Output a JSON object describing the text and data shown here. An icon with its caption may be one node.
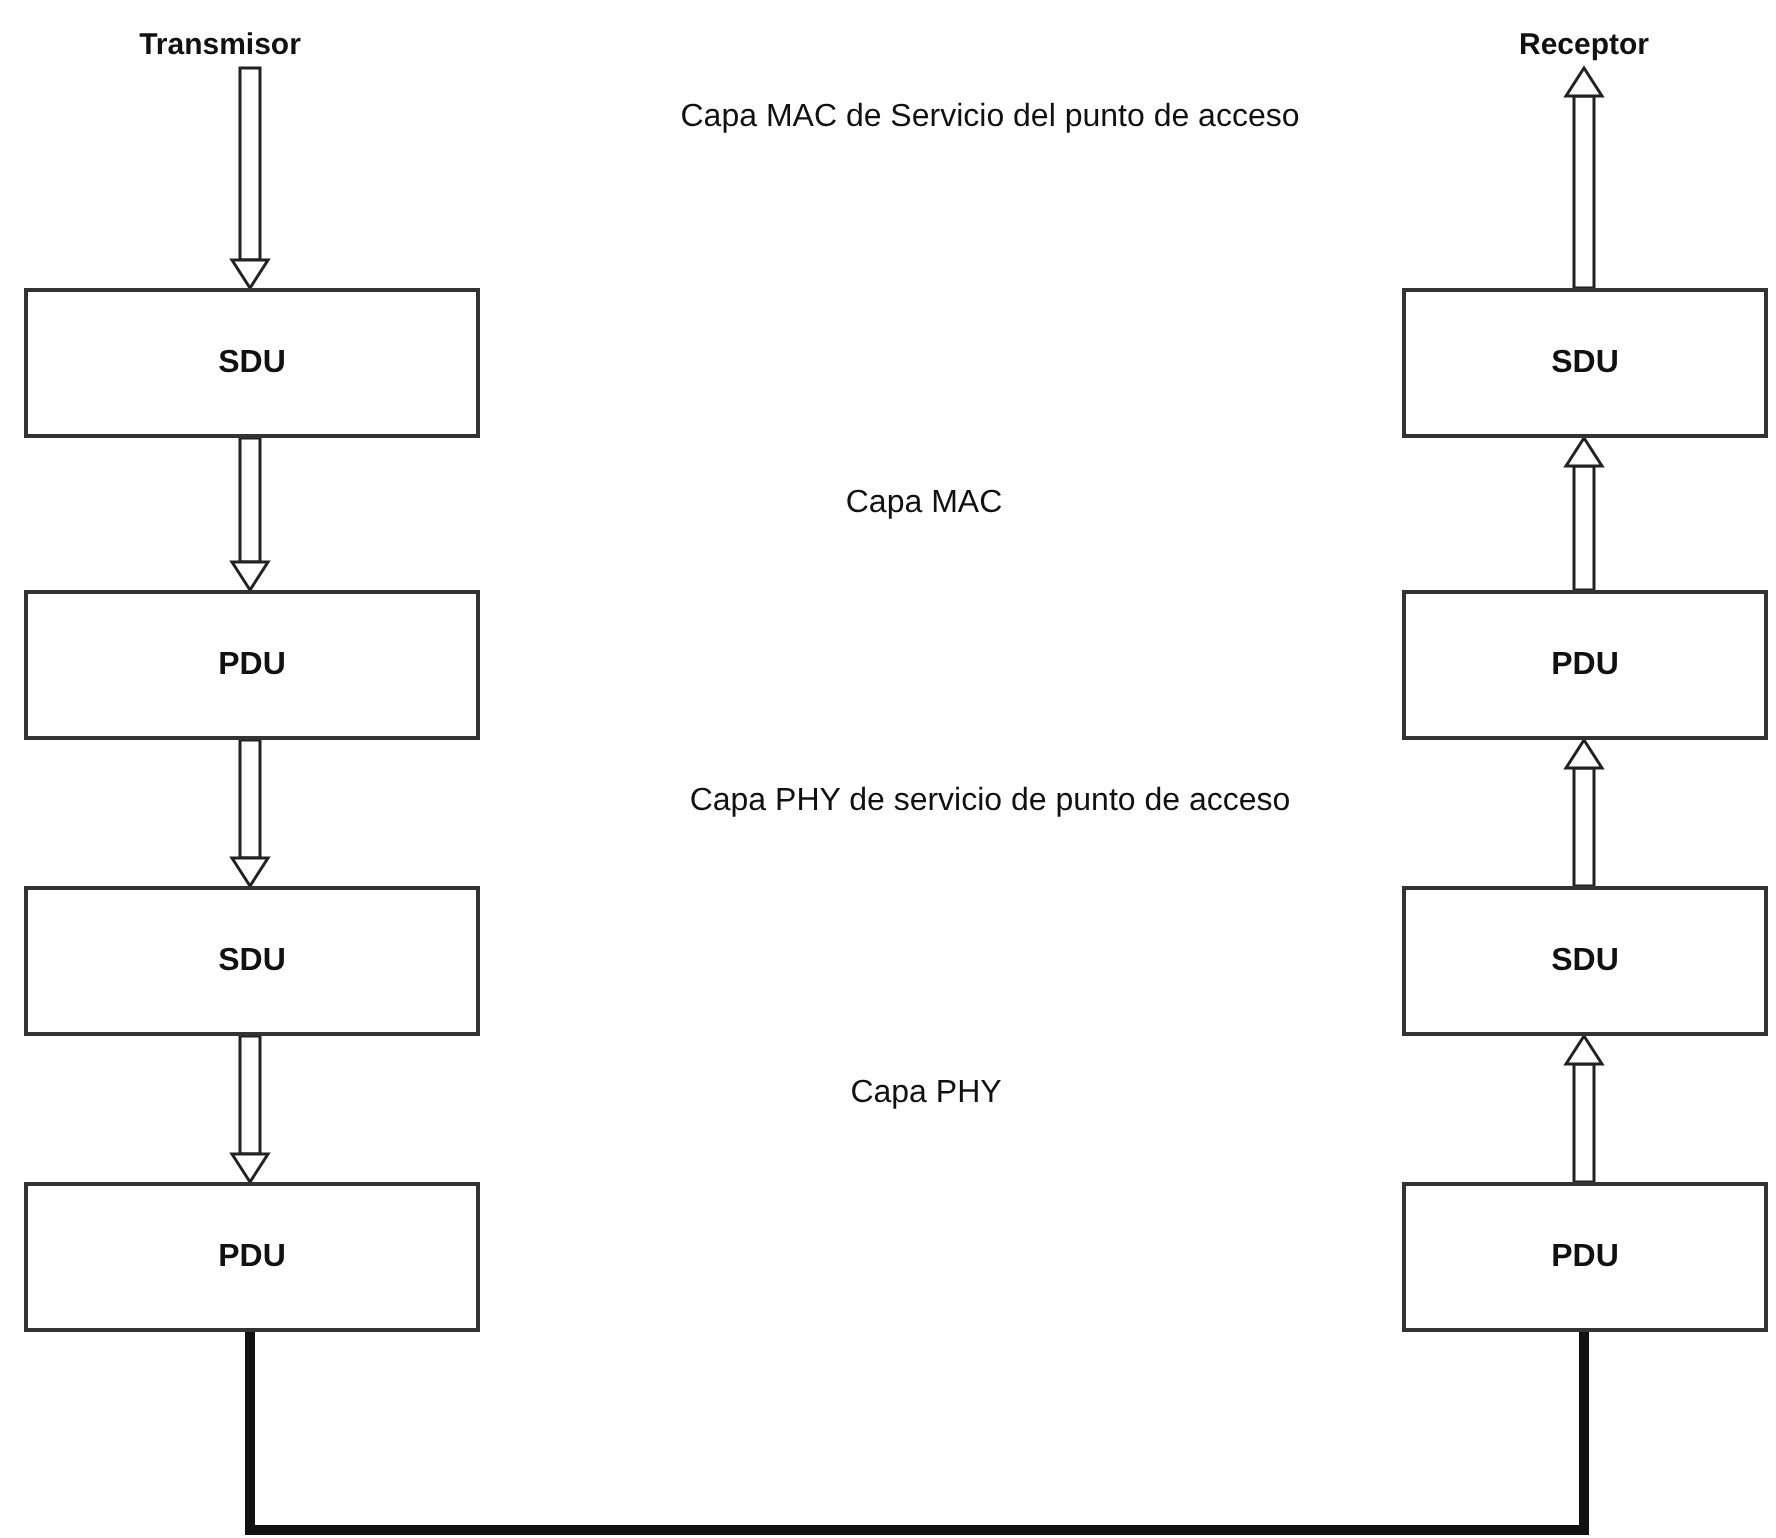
{
  "diagram": {
    "nodes": [
      {
        "text": [
          "Transmisor"
        ]
      },
      {
        "text": [
          "Receptor"
        ]
      },
      {
        "text": [
          "SDU"
        ]
      },
      {
        "text": [
          "SDU"
        ]
      },
      {
        "text": [
          "PDU"
        ]
      },
      {
        "text": [
          "PDU"
        ]
      },
      {
        "text": [
          "SDU"
        ]
      },
      {
        "text": [
          "SDU"
        ]
      },
      {
        "text": [
          "PDU"
        ]
      },
      {
        "text": [
          "PDU"
        ]
      }
    ],
    "edges": [
      {
        "from": 0,
        "to": 2,
        "arrow": "to"
      },
      {
        "from": 2,
        "to": 4,
        "arrow": "to"
      },
      {
        "from": 4,
        "to": 6,
        "arrow": "to"
      },
      {
        "from": 6,
        "to": 8,
        "arrow": "to"
      },
      {
        "from": 8,
        "to": 9,
        "arrow": "none",
        "style": "thick"
      },
      {
        "from": 9,
        "to": 7,
        "arrow": "to"
      },
      {
        "from": 7,
        "to": 5,
        "arrow": "to"
      },
      {
        "from": 5,
        "to": 3,
        "arrow": "to"
      },
      {
        "from": 3,
        "to": 1,
        "arrow": "to"
      }
    ],
    "labels": [
      "Capa MAC de Servicio del punto de acceso",
      "Capa MAC",
      "Capa PHY de servicio de punto de acceso",
      "Capa PHY"
    ]
  }
}
